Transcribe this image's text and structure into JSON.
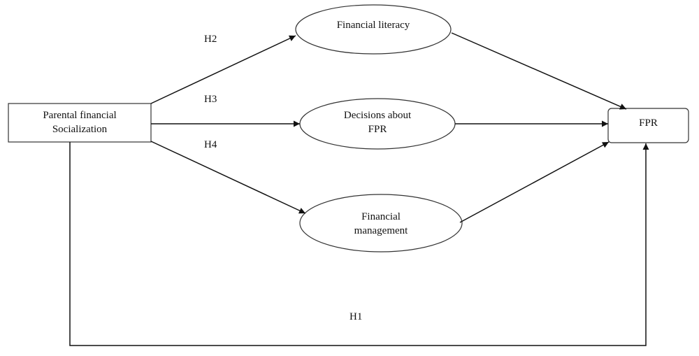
{
  "diagram": {
    "nodes": {
      "parental": {
        "label": "Parental financial\nSocialization",
        "shape": "rectangle"
      },
      "literacy": {
        "label": "Financial literacy",
        "shape": "ellipse"
      },
      "decisions": {
        "label": "Decisions about\nFPR",
        "shape": "ellipse"
      },
      "management": {
        "label": "Financial\nmanagement",
        "shape": "ellipse"
      },
      "fpr": {
        "label": "FPR",
        "shape": "rounded-rectangle"
      }
    },
    "hypotheses": {
      "h1": "H1",
      "h2": "H2",
      "h3": "H3",
      "h4": "H4"
    },
    "edges": [
      {
        "from": "parental",
        "to": "literacy",
        "label": "H2"
      },
      {
        "from": "parental",
        "to": "decisions",
        "label": "H3"
      },
      {
        "from": "parental",
        "to": "management",
        "label": "H4"
      },
      {
        "from": "literacy",
        "to": "fpr"
      },
      {
        "from": "decisions",
        "to": "fpr"
      },
      {
        "from": "management",
        "to": "fpr"
      },
      {
        "from": "parental",
        "to": "fpr",
        "label": "H1"
      }
    ]
  }
}
